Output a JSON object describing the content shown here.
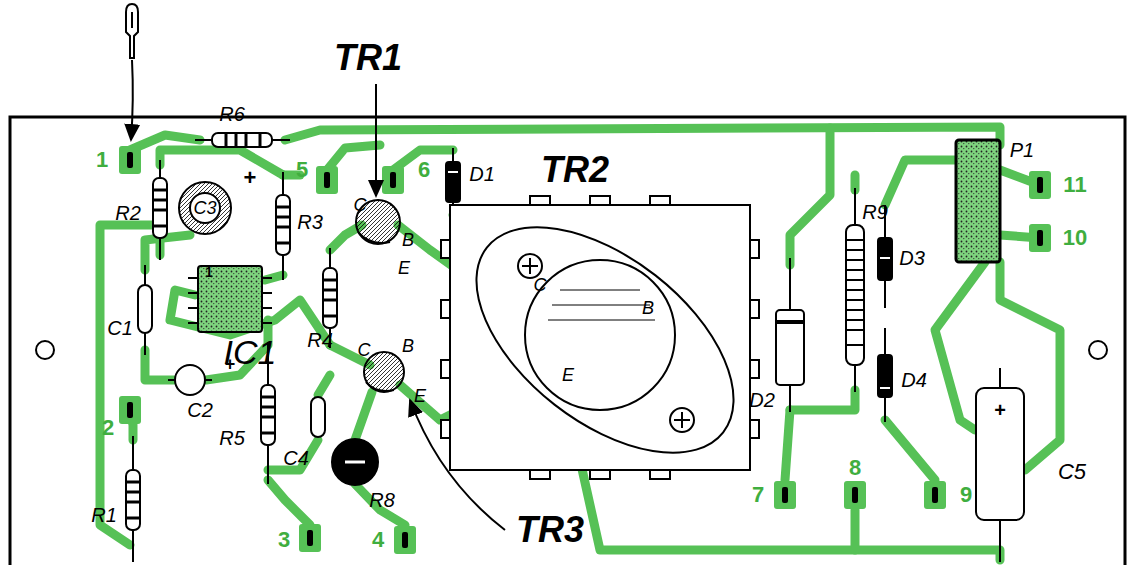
{
  "diagram": {
    "labels": [
      "TR1",
      "R6",
      "1",
      "5",
      "6",
      "D1",
      "TR2",
      "P1",
      "11",
      "10",
      "R2",
      "+",
      "C3",
      "R3",
      "C",
      "B",
      "R9",
      "D3",
      "1",
      "C1",
      "R4",
      "C",
      "B",
      "E",
      "IC1",
      "C",
      "B",
      "E",
      "D2",
      "D4",
      "+",
      "C2",
      "2",
      "E",
      "R5",
      "C4",
      "+",
      "C5",
      "R8",
      "7",
      "8",
      "9",
      "R1",
      "3",
      "4",
      "TR3"
    ]
  }
}
